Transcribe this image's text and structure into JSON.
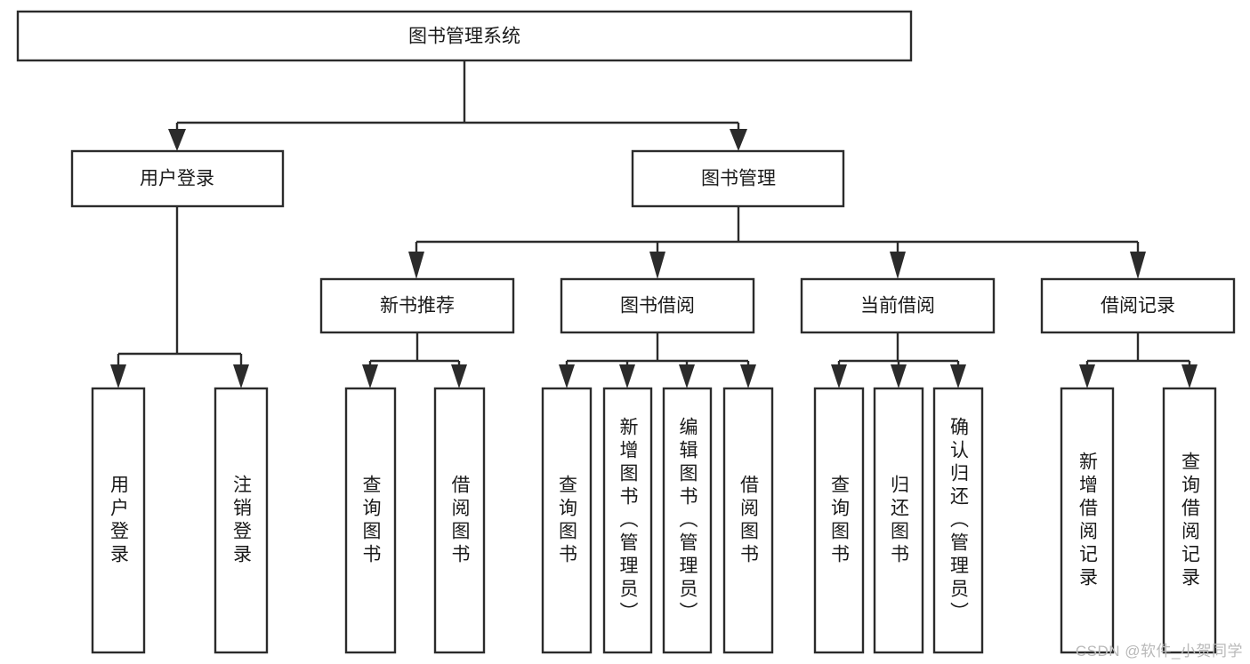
{
  "diagram": {
    "type": "tree",
    "title": "图书管理系统",
    "watermark": "CSDN @软件_小贺同学",
    "colors": {
      "box_stroke": "#2b2b2b",
      "box_fill": "#ffffff",
      "text": "#1a1a1a",
      "background": "#ffffff",
      "watermark": "#b9b9b9"
    },
    "levels": {
      "root": {
        "label": "图书管理系统"
      },
      "level2": [
        {
          "label": "用户登录"
        },
        {
          "label": "图书管理"
        }
      ],
      "level3": [
        {
          "label": "新书推荐"
        },
        {
          "label": "图书借阅"
        },
        {
          "label": "当前借阅"
        },
        {
          "label": "借阅记录"
        }
      ],
      "leaves": [
        {
          "label": "用户登录"
        },
        {
          "label": "注销登录"
        },
        {
          "label": "查询图书"
        },
        {
          "label": "借阅图书"
        },
        {
          "label": "查询图书"
        },
        {
          "label": "新增图书（管理员）"
        },
        {
          "label": "编辑图书（管理员）"
        },
        {
          "label": "借阅图书"
        },
        {
          "label": "查询图书"
        },
        {
          "label": "归还图书"
        },
        {
          "label": "确认归还（管理员）"
        },
        {
          "label": "新增借阅记录"
        },
        {
          "label": "查询借阅记录"
        }
      ]
    },
    "edges": [
      {
        "from": "图书管理系统",
        "to": "用户登录"
      },
      {
        "from": "图书管理系统",
        "to": "图书管理"
      },
      {
        "from": "用户登录",
        "to": "用户登录"
      },
      {
        "from": "用户登录",
        "to": "注销登录"
      },
      {
        "from": "图书管理",
        "to": "新书推荐"
      },
      {
        "from": "图书管理",
        "to": "图书借阅"
      },
      {
        "from": "图书管理",
        "to": "当前借阅"
      },
      {
        "from": "图书管理",
        "to": "借阅记录"
      },
      {
        "from": "新书推荐",
        "to": "查询图书"
      },
      {
        "from": "新书推荐",
        "to": "借阅图书"
      },
      {
        "from": "图书借阅",
        "to": "查询图书"
      },
      {
        "from": "图书借阅",
        "to": "新增图书（管理员）"
      },
      {
        "from": "图书借阅",
        "to": "编辑图书（管理员）"
      },
      {
        "from": "图书借阅",
        "to": "借阅图书"
      },
      {
        "from": "当前借阅",
        "to": "查询图书"
      },
      {
        "from": "当前借阅",
        "to": "归还图书"
      },
      {
        "from": "当前借阅",
        "to": "确认归还（管理员）"
      },
      {
        "from": "借阅记录",
        "to": "新增借阅记录"
      },
      {
        "from": "借阅记录",
        "to": "查询借阅记录"
      }
    ]
  }
}
